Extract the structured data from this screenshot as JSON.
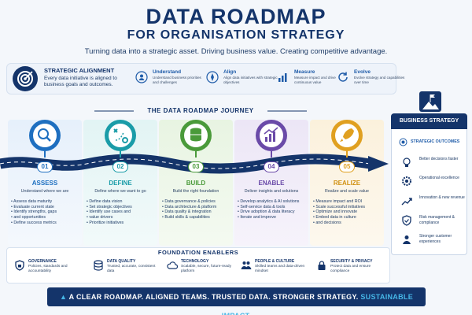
{
  "header": {
    "title": "DATA ROADMAP",
    "subtitle": "FOR ORGANISATION STRATEGY",
    "tagline": "Turning data into a strategic asset. Driving business value. Creating competitive advantage."
  },
  "alignment": {
    "title": "STRATEGIC ALIGNMENT",
    "text": "Every data initiative is aligned to business goals and outcomes.",
    "steps": [
      {
        "label": "Understand",
        "desc": "Understand business priorities and challenges"
      },
      {
        "label": "Align",
        "desc": "Align data initiatives with strategic objectives"
      },
      {
        "label": "Measure",
        "desc": "Measure impact and drive continuous value"
      },
      {
        "label": "Evolve",
        "desc": "Evolve strategy and capabilities over time"
      }
    ]
  },
  "journey": {
    "title": "THE DATA ROADMAP JOURNEY",
    "phases": [
      {
        "num": "01",
        "name": "ASSESS",
        "desc": "Understand where we are",
        "color": "#1e6fc0",
        "bullets": [
          "Assess data maturity",
          "Evaluate current state",
          "Identify strengths, gaps",
          "and opportunities",
          "Define success metrics"
        ]
      },
      {
        "num": "02",
        "name": "DEFINE",
        "desc": "Define where we want to go",
        "color": "#1a9ca8",
        "bullets": [
          "Define data vision",
          "Set strategic objectives",
          "Identify use cases and",
          "value drivers",
          "Prioritize initiatives"
        ]
      },
      {
        "num": "03",
        "name": "BUILD",
        "desc": "Build the right foundation",
        "color": "#4a9a3a",
        "bullets": [
          "Data governance & policies",
          "Data architecture & platform",
          "Data quality & integration",
          "Build skills & capabilities"
        ]
      },
      {
        "num": "04",
        "name": "ENABLE",
        "desc": "Deliver insights and solutions",
        "color": "#6a4aa8",
        "bullets": [
          "Develop analytics & AI solutions",
          "Self-service data & tools",
          "Drive adoption & data literacy",
          "Iterate and improve"
        ]
      },
      {
        "num": "05",
        "name": "REALIZE",
        "desc": "Realize and scale value",
        "color": "#e0a020",
        "bullets": [
          "Measure impact and ROI",
          "Scale successful initiatives",
          "Optimize and innovate",
          "Embed data in culture",
          "and decisions"
        ]
      }
    ]
  },
  "business": {
    "title": "BUSINESS STRATEGY",
    "subtitle": "STRATEGIC OUTCOMES",
    "items": [
      "Better decisions faster",
      "Operational excellence",
      "Innovation & new revenue",
      "Risk management & compliance",
      "Stronger customer experiences"
    ]
  },
  "enablers": {
    "title": "FOUNDATION ENABLERS",
    "items": [
      {
        "label": "GOVERNANCE",
        "desc": "Policies, standards and accountability"
      },
      {
        "label": "DATA QUALITY",
        "desc": "Trusted, accurate, consistent data"
      },
      {
        "label": "TECHNOLOGY",
        "desc": "Scalable, secure, future-ready platform"
      },
      {
        "label": "PEOPLE & CULTURE",
        "desc": "Skilled teams and data-driven mindset"
      },
      {
        "label": "SECURITY & PRIVACY",
        "desc": "Protect data and ensure compliance"
      }
    ]
  },
  "footer": {
    "main": "A CLEAR ROADMAP. ALIGNED TEAMS. TRUSTED DATA. STRONGER STRATEGY.",
    "accent": "SUSTAINABLE IMPACT."
  },
  "colors": {
    "navy": "#14346a",
    "accent": "#46b6e6"
  }
}
